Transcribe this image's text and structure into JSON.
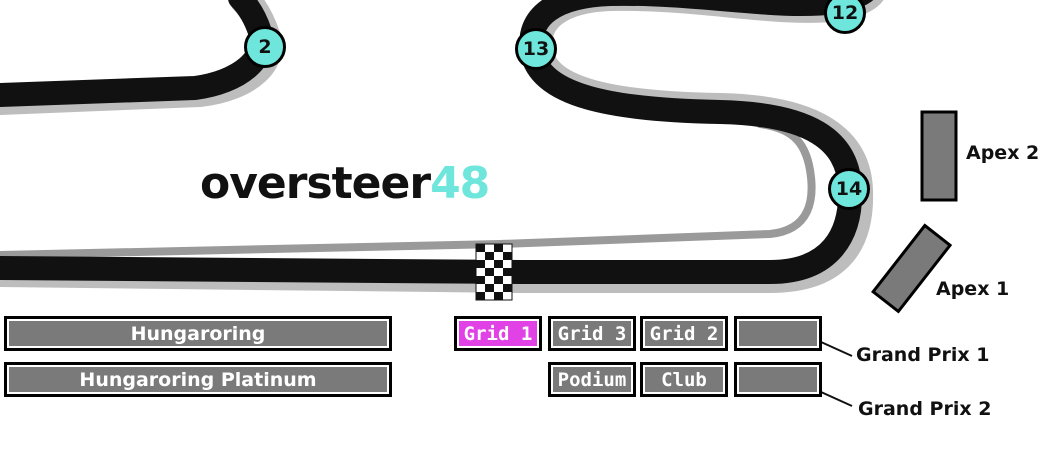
{
  "map": {
    "track_name": "Hungaroring",
    "colors": {
      "track": "#111111",
      "kerb": "#bdbdbd",
      "pit": "#9a9a9a",
      "turn": "#6fe6dc",
      "zone": "#7a7a7a",
      "zone_active": "#e142e6",
      "logo_accent": "#6fe6dc"
    }
  },
  "turns": [
    "2",
    "13",
    "12",
    "14"
  ],
  "logo": {
    "word": "oversteer",
    "number": "48"
  },
  "areas": {
    "hungaroring": "Hungaroring",
    "hungaroring_platinum": "Hungaroring Platinum",
    "grid_1": "Grid 1",
    "grid_3": "Grid 3",
    "grid_2": "Grid 2",
    "podium": "Podium",
    "club": "Club",
    "grand_prix_1": "Grand Prix 1",
    "grand_prix_2": "Grand Prix 2",
    "apex_2": "Apex 2",
    "apex_1": "Apex 1"
  },
  "selected_area": "Grid 1",
  "icons": {
    "start_finish": "checkered-flag-icon"
  }
}
